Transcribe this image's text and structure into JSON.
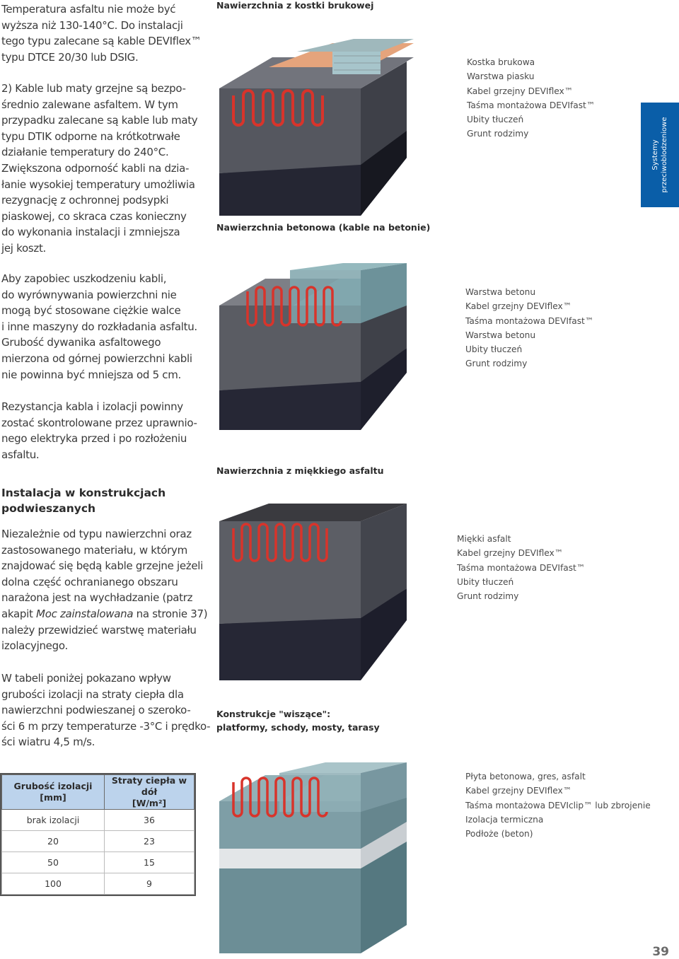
{
  "col1": {
    "p1": [
      "Temperatura asfaltu nie może być",
      "wyższa niż 130-140°C. Do instalacji",
      "tego typu zalecane są kable DEVIflex™",
      "typu DTCE 20/30 lub DSIG."
    ],
    "p2": [
      "2) Kable lub maty grzejne są bezpo-",
      "średnio zalewane asfaltem. W tym",
      "przypadku zalecane są kable lub maty",
      "typu DTIK odporne na krótkotrwałe",
      "działanie temperatury do 240°C.",
      "Zwiększona odporność kabli na dzia-",
      "łanie wysokiej temperatury umożliwia",
      "rezygnację z ochronnej podsypki",
      "piaskowej, co skraca czas konieczny",
      "do wykonania instalacji i zmniejsza",
      "jej koszt."
    ],
    "p3": [
      "Aby zapobiec uszkodzeniu kabli,",
      "do wyrównywania powierzchni nie",
      "mogą być stosowane ciężkie walce",
      "i inne maszyny do rozkładania asfaltu.",
      "Grubość dywanika asfaltowego",
      "mierzona od górnej powierzchni kabli",
      "nie powinna być mniejsza od 5 cm."
    ],
    "p4": [
      "Rezystancja kabla i izolacji powinny",
      "zostać skontrolowane przez uprawnio-",
      "nego elektryka przed i po rozłożeniu",
      "asfaltu."
    ],
    "heading": [
      "Instalacja w konstrukcjach",
      "podwieszanych"
    ],
    "p5": [
      "Niezależnie od typu nawierzchni oraz",
      "zastosowanego materiału, w którym",
      "znajdować się będą kable grzejne jeżeli",
      "dolna część ochranianego obszaru",
      "narażona jest na wychładzanie (patrz"
    ],
    "p5_italic_pre": "akapit ",
    "p5_italic": "Moc zainstalowana",
    "p5_italic_post": " na stronie 37)",
    "p5_end": [
      "należy przewidzieć warstwę materiału",
      "izolacyjnego."
    ],
    "p6": [
      "W tabeli poniżej pokazano wpływ",
      "grubości izolacji na straty ciepła dla",
      "nawierzchni podwieszanej o szeroko-",
      "ści 6 m przy temperaturze -3°C i prędko-",
      "ści wiatru 4,5 m/s."
    ]
  },
  "sections": {
    "s1": {
      "title": "Nawierzchnia z kostki brukowej",
      "legend": [
        "Kostka brukowa",
        "Warstwa piasku",
        "Kabel grzejny DEVIflex™",
        "Taśma montażowa DEVIfast™",
        "Ubity tłuczeń",
        "Grunt rodzimy"
      ]
    },
    "s2": {
      "title": "Nawierzchnia betonowa (kable na betonie)",
      "legend": [
        "Warstwa betonu",
        "Kabel grzejny DEVIflex™",
        "Taśma montażowa DEVIfast™",
        "Warstwa betonu",
        "Ubity tłuczeń",
        "Grunt rodzimy"
      ]
    },
    "s3": {
      "title": "Nawierzchnia z miękkiego asfaltu",
      "legend": [
        "Miękki asfalt",
        "Kabel grzejny DEVIflex™",
        "Taśma montażowa DEVIfast™",
        "Ubity tłuczeń",
        "Grunt rodzimy"
      ]
    },
    "s4": {
      "title": [
        "Konstrukcje \"wiszące\":",
        "platformy, schody, mosty, tarasy"
      ],
      "legend": [
        "Płyta betonowa, gres, asfalt",
        "Kabel grzejny DEVIflex™",
        "Taśma montażowa DEVIclip™ lub zbrojenie",
        "Izolacja termiczna",
        "Podłoże (beton)"
      ]
    }
  },
  "sidetab": [
    "Systemy",
    "przeciwoblodzeniowe"
  ],
  "table": {
    "headers": [
      [
        "Grubość izolacji",
        "[mm]"
      ],
      [
        "Straty ciepła w dół",
        "[W/m²]"
      ]
    ],
    "rows": [
      [
        "brak izolacji",
        "36"
      ],
      [
        "20",
        "23"
      ],
      [
        "50",
        "15"
      ],
      [
        "100",
        "9"
      ]
    ]
  },
  "page_number": "39",
  "colors": {
    "accent": "#0a5ea8",
    "table_header": "#bcd3ec",
    "cable": "#d6322a"
  }
}
